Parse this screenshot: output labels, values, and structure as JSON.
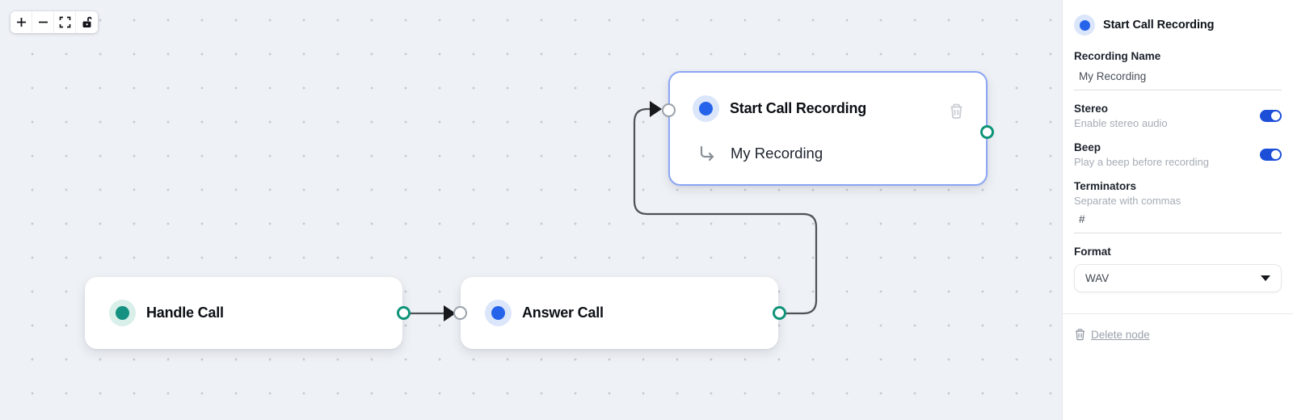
{
  "toolbar": {
    "zoom_in_icon": "plus",
    "zoom_out_icon": "minus",
    "fit_view_icon": "frame-corners",
    "interactivity_icon": "lock-open"
  },
  "nodes": {
    "handle_call": {
      "title": "Handle Call",
      "accent": "teal"
    },
    "answer_call": {
      "title": "Answer Call",
      "accent": "blue"
    },
    "start_call_recording": {
      "title": "Start Call Recording",
      "subtitle": "My Recording",
      "accent": "blue",
      "selected": true,
      "icons": {
        "delete": "trash",
        "subtitle": "corner-down-right-arrow"
      }
    }
  },
  "edges": [
    {
      "from": "Handle Call",
      "to": "Answer Call"
    },
    {
      "from": "Answer Call",
      "to": "Start Call Recording"
    }
  ],
  "panel": {
    "header": {
      "title": "Start Call Recording"
    },
    "recording_name": {
      "label": "Recording Name",
      "value": "My Recording"
    },
    "stereo": {
      "label": "Stereo",
      "description": "Enable stereo audio",
      "enabled": true
    },
    "beep": {
      "label": "Beep",
      "description": "Play a beep before recording",
      "enabled": true
    },
    "terminators": {
      "label": "Terminators",
      "description": "Separate with commas",
      "value": "#"
    },
    "format": {
      "label": "Format",
      "value": "WAV",
      "caret_icon": "caret-down"
    },
    "delete": {
      "label": "Delete node",
      "icon": "trash"
    }
  },
  "colors": {
    "canvas_bg": "#eef1f5",
    "grid_dot": "#c6cad1",
    "accent_blue": "#2563eb",
    "accent_blue_halo": "#dbe6fb",
    "accent_teal": "#149180",
    "accent_teal_halo": "#d9efea",
    "toggle_on": "#1d4ed8",
    "selected_node_border": "#8ba5f5",
    "edge": "#4e5358",
    "output_handle": "#0f9479",
    "input_handle": "#9aa1a9"
  }
}
